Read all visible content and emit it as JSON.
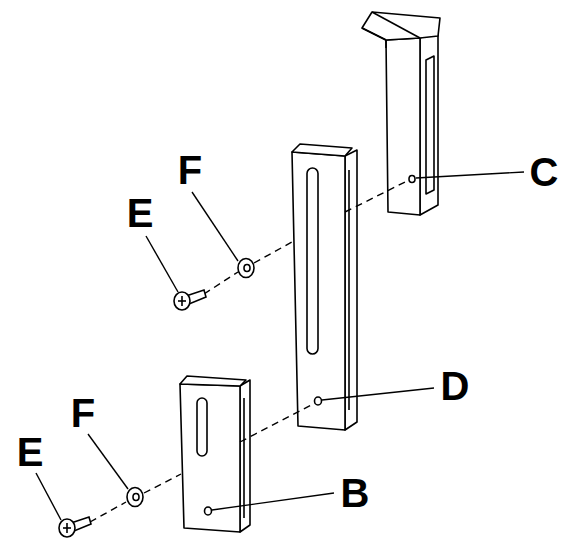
{
  "diagram": {
    "labels": [
      "F",
      "C",
      "E",
      "D",
      "F",
      "E",
      "B"
    ]
  }
}
